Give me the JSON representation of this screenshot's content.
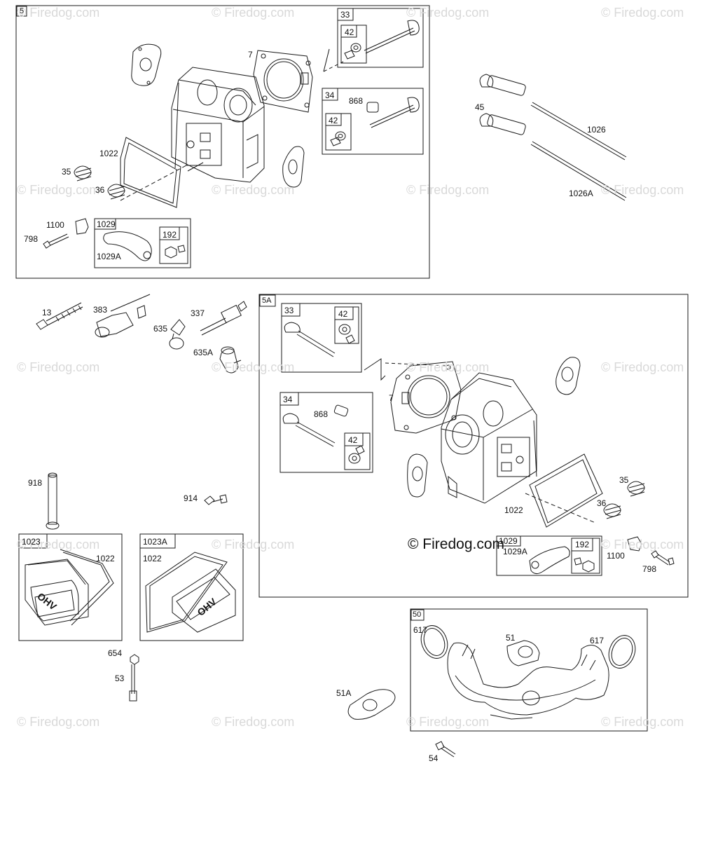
{
  "watermark": "© Firedog.com",
  "copyright": "© Firedog.com",
  "sections": {
    "s5": {
      "tag": "5"
    },
    "s5A": {
      "tag": "5A"
    },
    "s50": {
      "tag": "50"
    },
    "s1023": {
      "tag": "1023"
    },
    "s1023A": {
      "tag": "1023A"
    }
  },
  "sub_boxes": {
    "s5_33": "33",
    "s5_42a": "42",
    "s5_34": "34",
    "s5_42b": "42",
    "s5_1029": "1029",
    "s5_192": "192",
    "s5A_33": "33",
    "s5A_42a": "42",
    "s5A_34": "34",
    "s5A_42b": "42",
    "s5A_1029": "1029",
    "s5A_192": "192"
  },
  "labels": {
    "s5_7": "7",
    "s5_868": "868",
    "s5_1022": "1022",
    "s5_35": "35",
    "s5_36": "36",
    "s5_1100": "1100",
    "s5_798": "798",
    "s5_1029A": "1029A",
    "p45": "45",
    "p1026": "1026",
    "p1026A": "1026A",
    "p13": "13",
    "p383": "383",
    "p337": "337",
    "p635": "635",
    "p635A": "635A",
    "p918": "918",
    "p914": "914",
    "s1023_1022": "1022",
    "s1023A_1022": "1022",
    "p654": "654",
    "p53": "53",
    "s5A_868": "868",
    "s5A_7": "7",
    "s5A_1022": "1022",
    "s5A_35": "35",
    "s5A_36": "36",
    "s5A_1029A": "1029A",
    "s5A_1100": "1100",
    "s5A_798": "798",
    "s50_617a": "617",
    "s50_51": "51",
    "s50_617b": "617",
    "p51A": "51A",
    "p54": "54",
    "ohv_text": "OHV"
  }
}
